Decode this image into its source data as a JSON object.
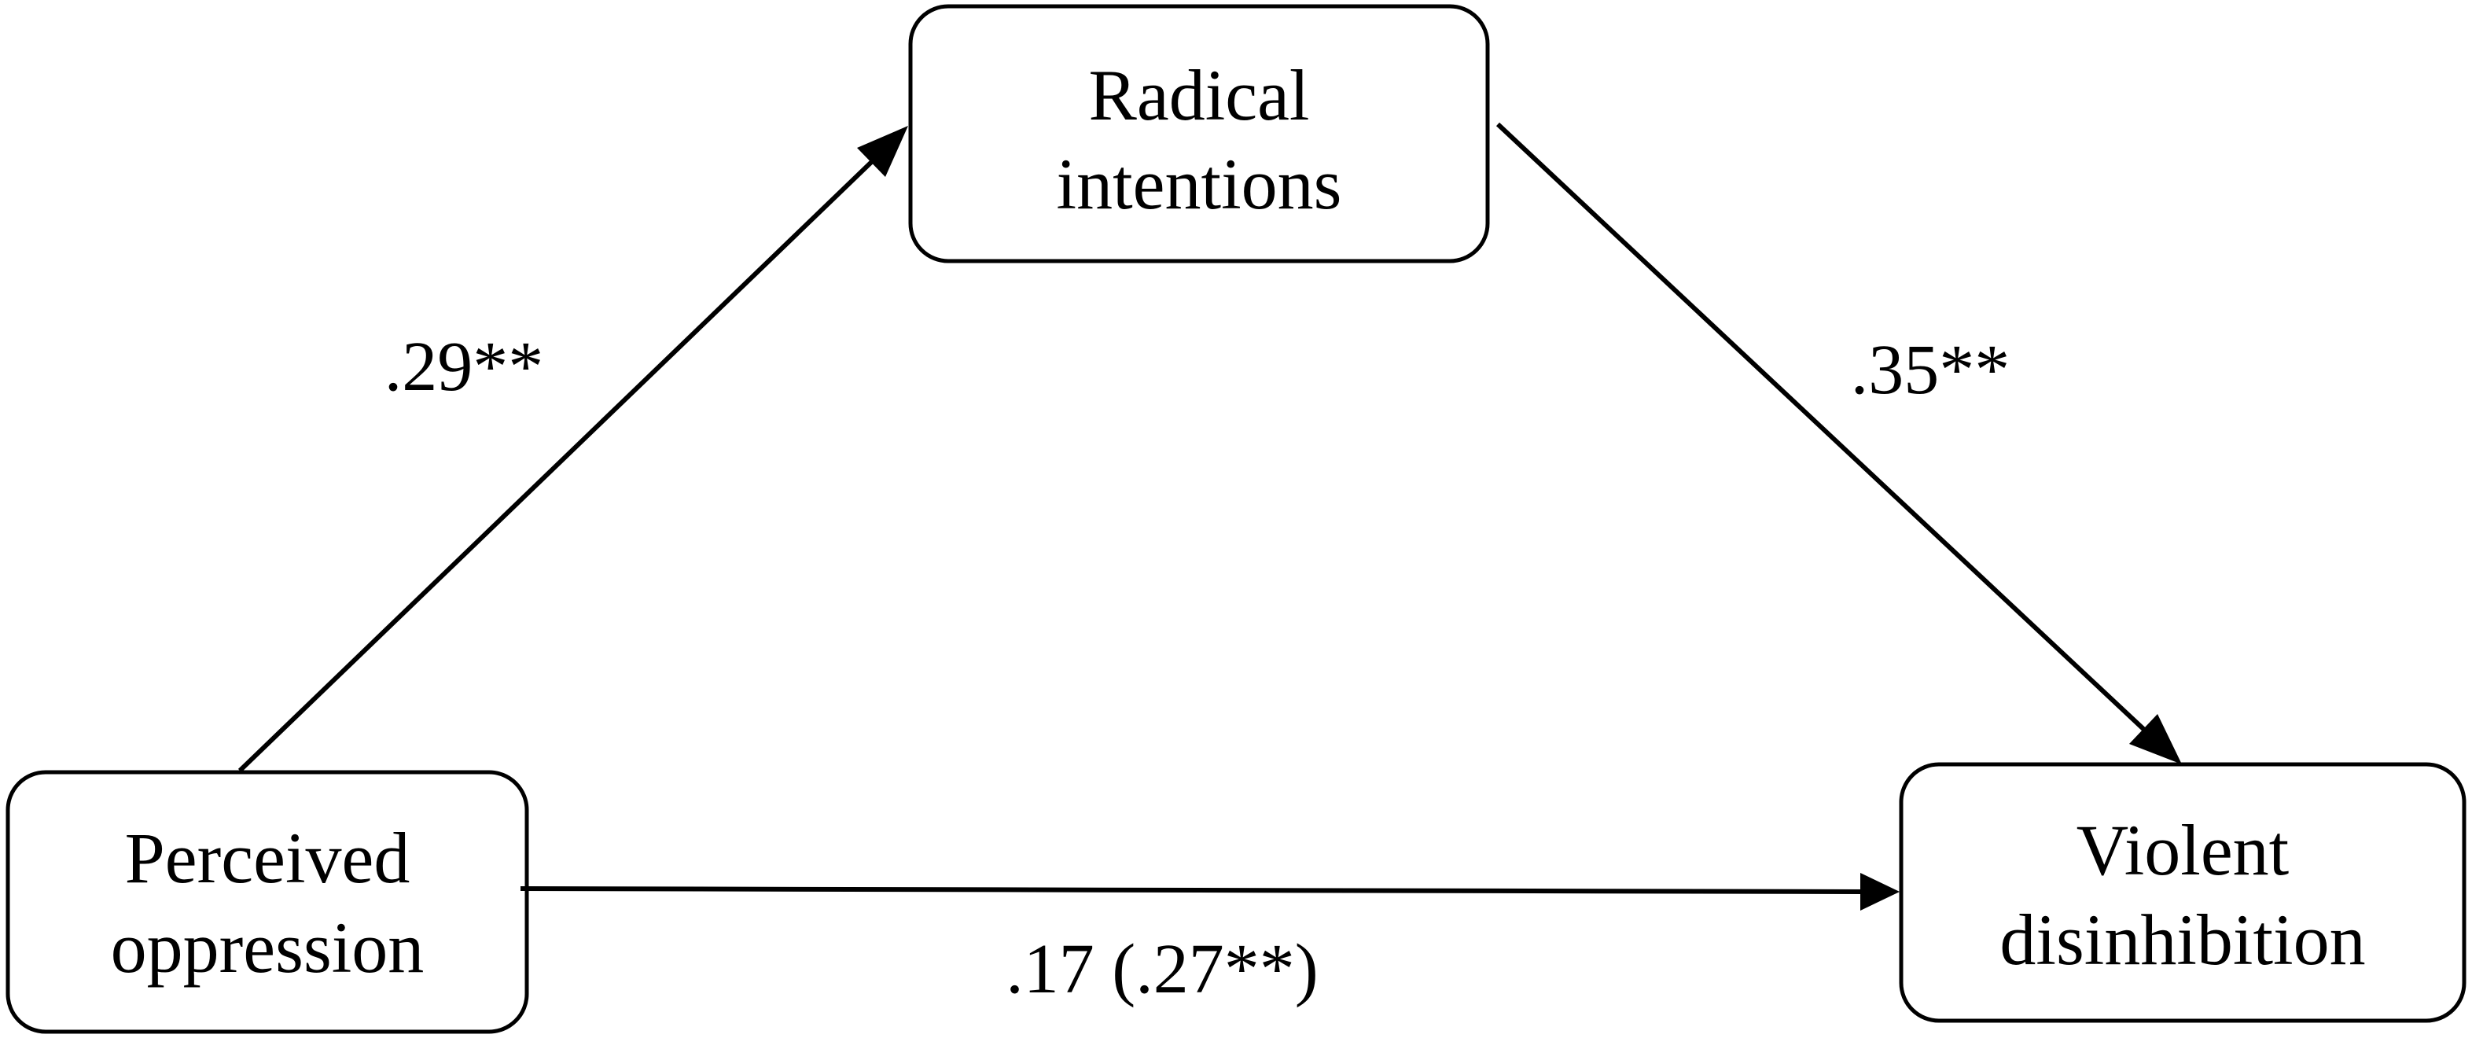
{
  "diagram": {
    "nodes": {
      "radical": {
        "line1": "Radical",
        "line2": "intentions"
      },
      "oppression": {
        "line1": "Perceived",
        "line2": "oppression"
      },
      "violent": {
        "line1": "Violent",
        "line2": "disinhibition"
      }
    },
    "edges": {
      "oppression_to_radical": {
        "label": ".29**"
      },
      "radical_to_violent": {
        "label": ".35**"
      },
      "oppression_to_violent": {
        "label": ".17 (.27**)"
      }
    },
    "colors": {
      "stroke": "#000000",
      "background": "#ffffff"
    }
  }
}
